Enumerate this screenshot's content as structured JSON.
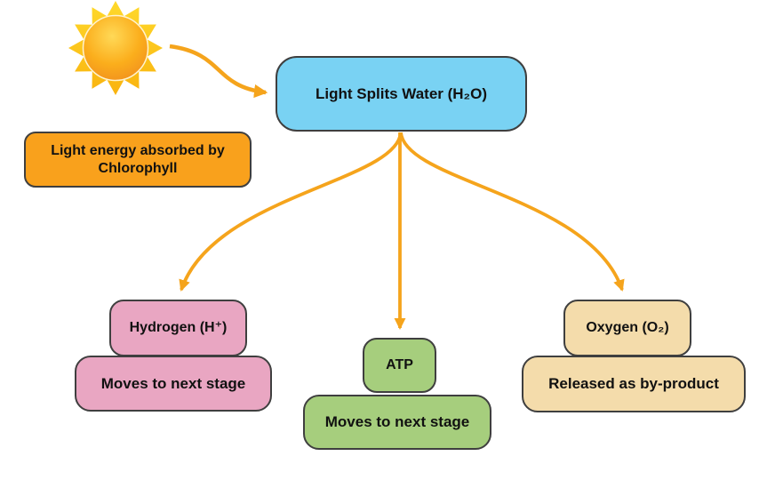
{
  "diagram": {
    "nodes": {
      "light_splits": {
        "label": "Light Splits Water (H₂O)",
        "fill": "#79d2f3"
      },
      "chlorophyll": {
        "label": "Light energy absorbed by Chlorophyll",
        "fill": "#f9a11c"
      },
      "hydrogen": {
        "label": "Hydrogen (H⁺)",
        "fill": "#e9a6c2"
      },
      "hydrogen_next": {
        "label": "Moves to next stage",
        "fill": "#e9a6c2"
      },
      "atp": {
        "label": "ATP",
        "fill": "#a6ce7d"
      },
      "atp_next": {
        "label": "Moves to next stage",
        "fill": "#a6ce7d"
      },
      "oxygen": {
        "label": "Oxygen (O₂)",
        "fill": "#f4dcab"
      },
      "oxygen_next": {
        "label": "Released as by-product",
        "fill": "#f4dcab"
      }
    },
    "icons": {
      "sun": {
        "name": "sun-icon",
        "ray_color": "#ffc81a",
        "core_top": "#ffd957",
        "core_bottom": "#f08c1e"
      }
    },
    "colors": {
      "arrow": "#f5a41c",
      "node_border": "#3f3f3f",
      "text": "#111111",
      "background": "#ffffff"
    }
  }
}
